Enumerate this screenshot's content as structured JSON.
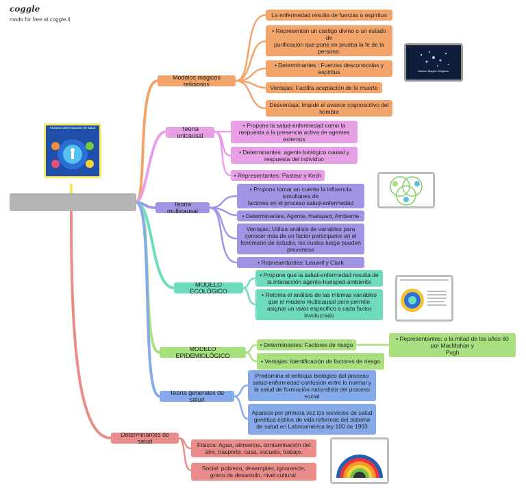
{
  "app": {
    "brand": "coggle",
    "tagline": "made for free at coggle.it"
  },
  "central": {
    "label": ""
  },
  "branches": [
    {
      "id": "magic",
      "label": "Modelos magicos religiosos",
      "items": [
        "La enfermedad resulta de fuerzas o espíritus",
        "• Representan un castigo divino o un estado de\npurificación que pone en prueba la fe de la persona.",
        "• Determinantes : Fuerzas desconocidas y espiritus",
        "Ventajas: Facilita aceptación de la muerte",
        "Desventaja: Impide el avance cognoscitivo del hombre"
      ],
      "image_caption": "Modelo Magico Religioso"
    },
    {
      "id": "unicausal",
      "label": "Teoría unicausal",
      "items": [
        "• Propone la salud-enfermedad como la respuesta a la presencia activa de agentes externos",
        "• Determinantes: agente biológico causal y respuesta del individuo",
        "• Representantes: Pasteur y Koch"
      ]
    },
    {
      "id": "multicausal",
      "label": "Teoría multicausal",
      "items": [
        "• Propone tomar en cuenta la influencia simultanea de\nfactores en el proceso salud-enfermedad",
        "• Determinantes: Agente, Huésped, Ambiente",
        "Ventajas: Utiliza análisis de variables para conocer más de un factor participante en el fenómeno de estudio, los cuales luego pueden prevenirse",
        "• Representantes: Leavell y Clark"
      ]
    },
    {
      "id": "ecologico",
      "label": "MODELO ECOLÓGICO",
      "items": [
        "• Propone que la salud-enfermedad resulta de la interacción agente-huésped-ambiente",
        "• Retoma el análisis de las mismas variables que el modelo multicausal pero permite asignar un valor especifico a cada factor involucrado"
      ]
    },
    {
      "id": "epidemiologico",
      "label": "MODELO EPIDEMIOLÓGICO",
      "items": [
        "• Determinantes: Factores de riesgo",
        "• Ventajas: Identificación de factores de riesgo"
      ],
      "sub_item": "• Representantes: a la mitad de los años 60 por MacMahon y\nPugh"
    },
    {
      "id": "generales",
      "label": "Teoría generales de salud",
      "items": [
        "Predomina el enfoque biológico del proceso salud-enfermedad confusión entre lo normal y la salud de formación naturalista del proceso social",
        "Aparece por primera vez los servicios de salud genética estilos de vida reformas del sistema de salud en Latinoamérica ley 100 de 1993"
      ]
    },
    {
      "id": "determinantes",
      "label": "Determinantes de salud",
      "items": [
        "Físicos: Agua, alimentos, contaminación del aire, trasporte, casa, escuela, trabajo.",
        "Social: pobreza, desempleo, ignorancia, grano de desarrollo, nivel cultural."
      ]
    }
  ],
  "top_image": {
    "title": "Factores determinantes de Salud"
  },
  "colors": {
    "magic": "#f2a46b",
    "unicausal": "#e7a0e6",
    "multicausal": "#a294e4",
    "ecologico": "#6fdbbd",
    "epidemiologico": "#a9e07f",
    "generales": "#86a9ea",
    "determinantes": "#ea8d8a",
    "top": "#f5e85c"
  }
}
